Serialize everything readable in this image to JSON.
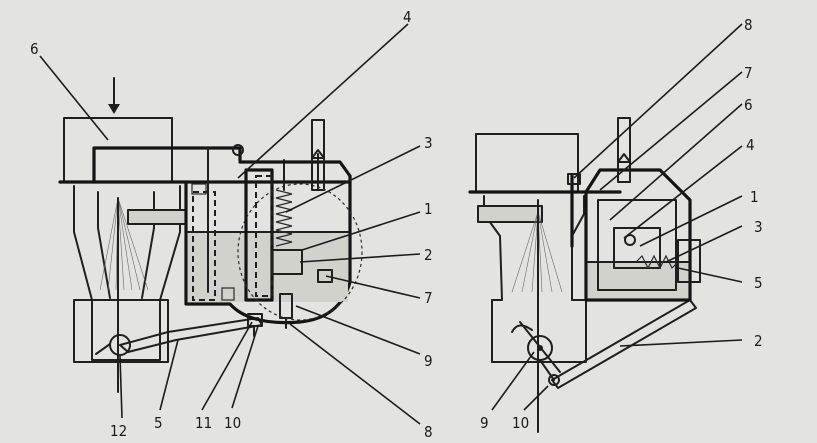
{
  "left_diagram": {
    "labels": {
      "l6": "6",
      "l4": "4",
      "l3": "3",
      "l1": "1",
      "l2": "2",
      "l7": "7",
      "l9": "9",
      "l8": "8",
      "l12": "12",
      "l5": "5",
      "l11": "11",
      "l10": "10"
    }
  },
  "right_diagram": {
    "labels": {
      "l8": "8",
      "l7": "7",
      "l6": "6",
      "l4": "4",
      "l1": "1",
      "l3": "3",
      "l5": "5",
      "l2": "2",
      "l9": "9",
      "l10": "10"
    }
  }
}
